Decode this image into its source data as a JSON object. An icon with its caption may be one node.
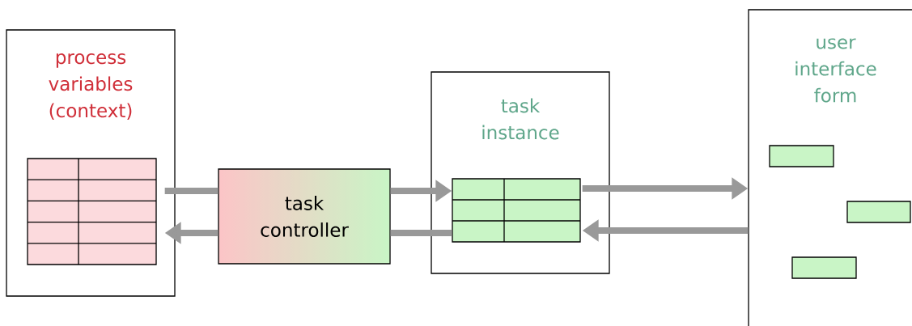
{
  "diagram": {
    "nodes": [
      {
        "text": [
          "process variables (context)"
        ]
      },
      {
        "text": [],
        "shape": "box",
        "in": 0
      },
      {
        "text": [
          "task controller"
        ]
      },
      {
        "text": [
          "task instance"
        ]
      },
      {
        "text": [],
        "shape": "box",
        "in": 3
      },
      {
        "text": [
          "user interface form"
        ]
      },
      {
        "text": [],
        "shape": "box",
        "in": 5
      },
      {
        "text": [],
        "shape": "box",
        "in": 5
      },
      {
        "text": [],
        "shape": "box",
        "in": 5
      }
    ],
    "edges": [
      {
        "from": 1,
        "to": 2,
        "arrow": "none"
      },
      {
        "from": 2,
        "to": 4,
        "arrow": "to"
      },
      {
        "from": 4,
        "to": 2,
        "arrow": "none"
      },
      {
        "from": 2,
        "to": 1,
        "arrow": "to"
      },
      {
        "from": 4,
        "to": 5,
        "arrow": "to"
      },
      {
        "from": 5,
        "to": 4,
        "arrow": "to"
      }
    ]
  }
}
